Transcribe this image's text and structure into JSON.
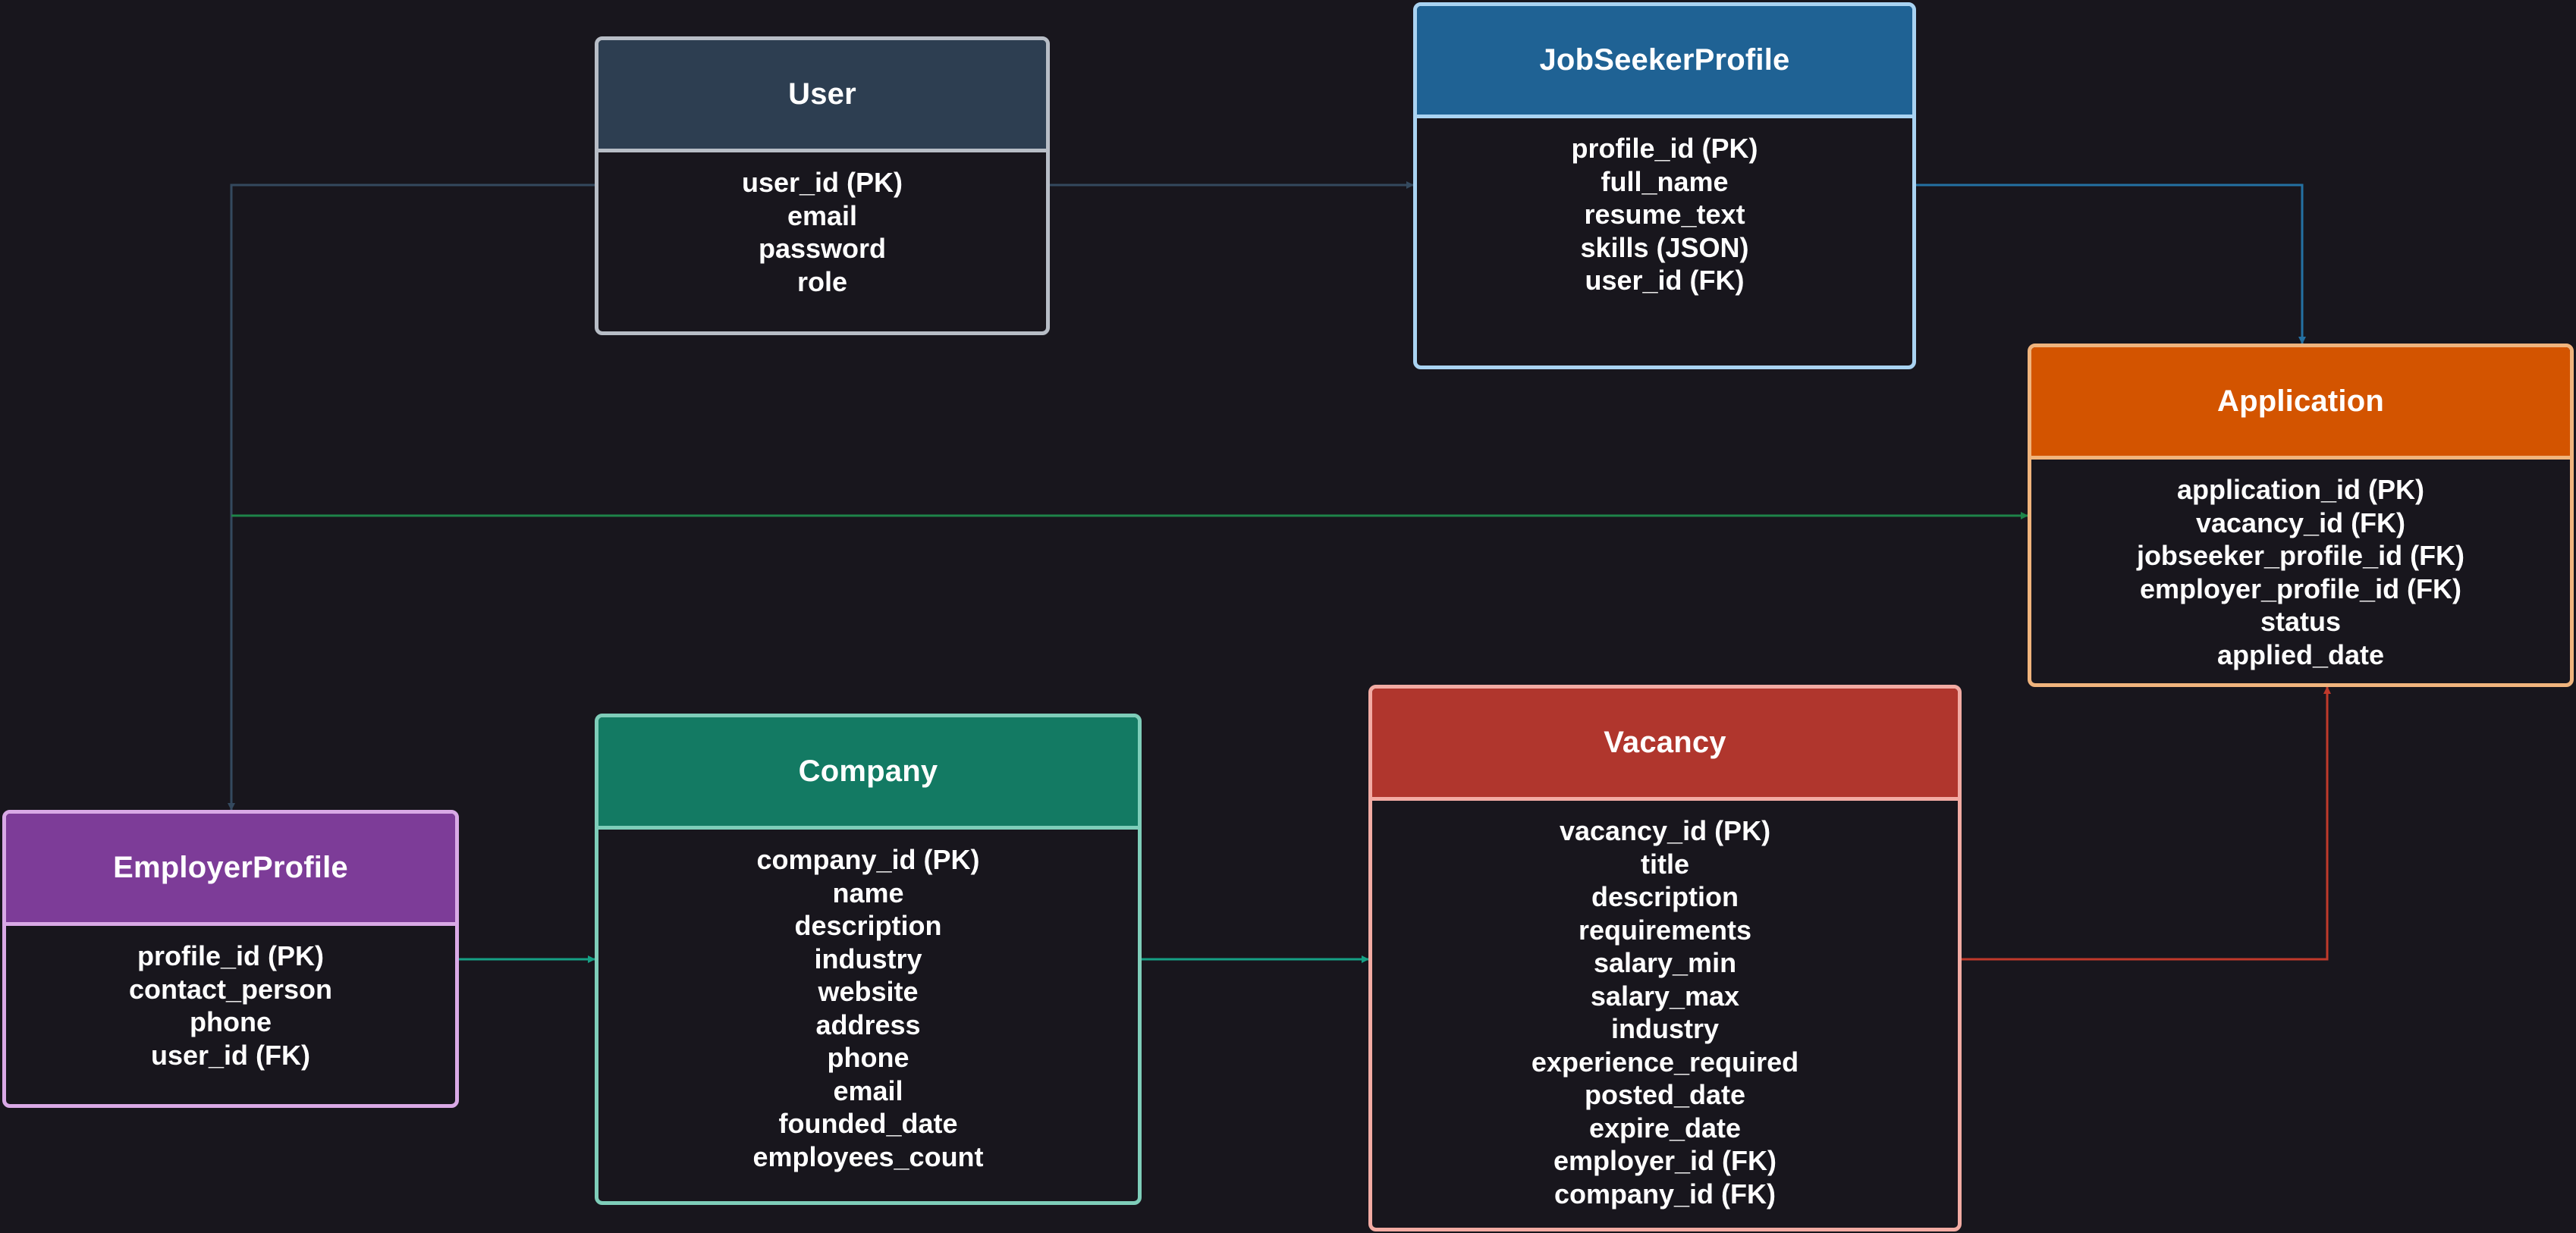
{
  "colors": {
    "background": "#18161d",
    "user_header": "#2d3e51",
    "jobseeker_header": "#1f6294",
    "application_header": "#d35400",
    "employer_header": "#7d3c98",
    "company_header": "#137a63",
    "vacancy_header": "#b0362d"
  },
  "entities": {
    "user": {
      "title": "User",
      "fields": [
        "user_id (PK)",
        "email",
        "password",
        "role"
      ]
    },
    "jobseeker": {
      "title": "JobSeekerProfile",
      "fields": [
        "profile_id (PK)",
        "full_name",
        "resume_text",
        "skills (JSON)",
        "user_id (FK)"
      ]
    },
    "application": {
      "title": "Application",
      "fields": [
        "application_id (PK)",
        "vacancy_id (FK)",
        "jobseeker_profile_id (FK)",
        "employer_profile_id (FK)",
        "status",
        "applied_date"
      ]
    },
    "employer": {
      "title": "EmployerProfile",
      "fields": [
        "profile_id (PK)",
        "contact_person",
        "phone",
        "user_id (FK)"
      ]
    },
    "company": {
      "title": "Company",
      "fields": [
        "company_id (PK)",
        "name",
        "description",
        "industry",
        "website",
        "address",
        "phone",
        "email",
        "founded_date",
        "employees_count"
      ]
    },
    "vacancy": {
      "title": "Vacancy",
      "fields": [
        "vacancy_id (PK)",
        "title",
        "description",
        "requirements",
        "salary_min",
        "salary_max",
        "industry",
        "experience_required",
        "posted_date",
        "expire_date",
        "employer_id (FK)",
        "company_id (FK)"
      ]
    }
  }
}
